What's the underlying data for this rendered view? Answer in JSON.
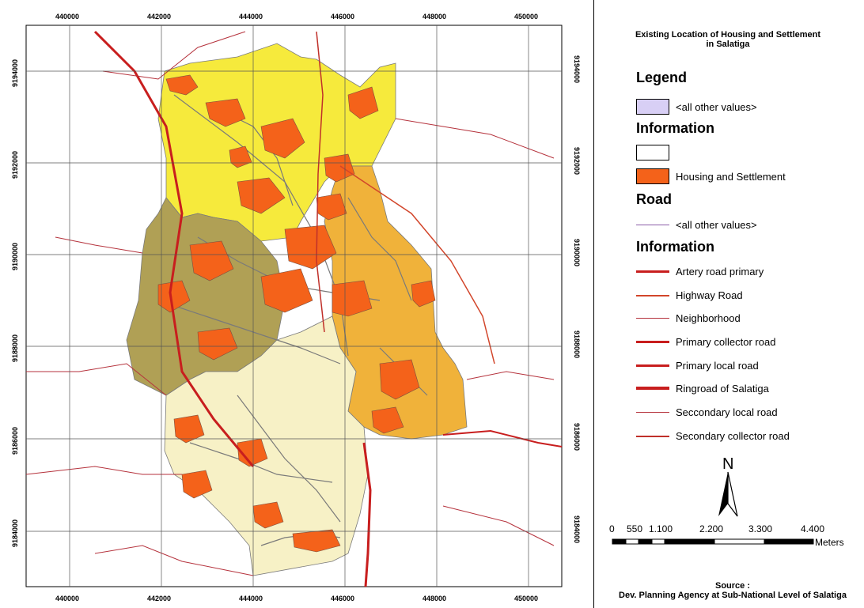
{
  "map": {
    "title_line1": "Existing Location of Housing and Settlement",
    "title_line2": "in Salatiga",
    "x_ticks": [
      "440000",
      "442000",
      "444000",
      "446000",
      "448000",
      "450000"
    ],
    "y_ticks": [
      "9194000",
      "9192000",
      "9190000",
      "9188000",
      "9186000",
      "9184000"
    ],
    "colors": {
      "zone_north": "#f6ea3c",
      "zone_west": "#b0a055",
      "zone_east": "#f0b23a",
      "zone_south": "#f7f1c6",
      "settlement": "#f4621a",
      "roads_gray": "#7a7a7a",
      "road_red": "#c0181a"
    }
  },
  "legend": {
    "heading": "Legend",
    "other_values_area": "<all other values>",
    "information_heading": "Information",
    "housing_label": "Housing and Settlement",
    "road_heading": "Road",
    "other_values_road": "<all other values>",
    "information_heading2": "Information",
    "roads": [
      {
        "label": "Artery road primary",
        "color": "#c81e1e"
      },
      {
        "label": "Highway Road",
        "color": "#d2452a"
      },
      {
        "label": "Neighborhood",
        "color": "#b5323c"
      },
      {
        "label": "Primary collector road",
        "color": "#c81e1e"
      },
      {
        "label": "Primary local road",
        "color": "#c81e1e"
      },
      {
        "label": "Ringroad of Salatiga",
        "color": "#c81e1e"
      },
      {
        "label": "Seccondary local road",
        "color": "#b5323c"
      },
      {
        "label": "Secondary collector road",
        "color": "#c0302a"
      }
    ]
  },
  "north": {
    "label": "N"
  },
  "scale": {
    "labels": [
      "0",
      "550",
      "1.100",
      "2.200",
      "3.300",
      "4.400"
    ],
    "unit": "Meters"
  },
  "source": {
    "line1": "Source :",
    "line2": "Dev. Planning Agency at Sub-National Level of Salatiga"
  }
}
